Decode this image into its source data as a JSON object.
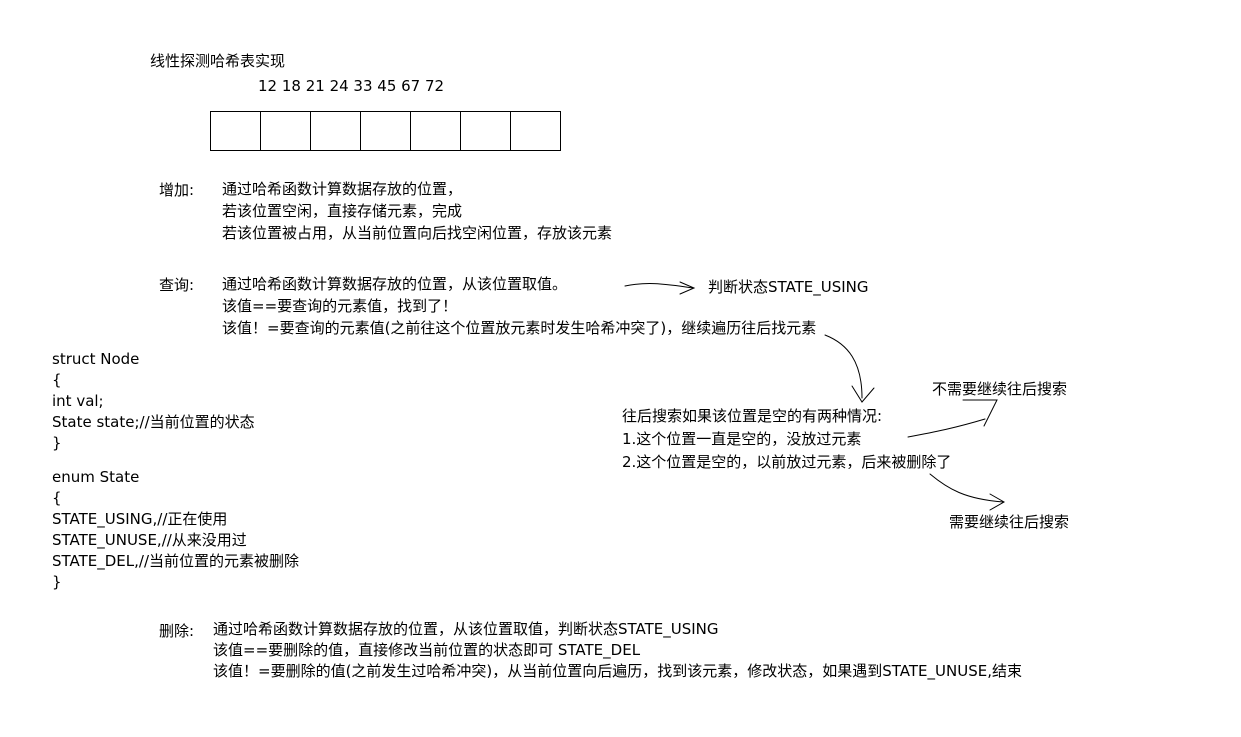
{
  "title": "线性探测哈希表实现",
  "numbers": "12 18 21 24 33 45 67 72",
  "cells": [
    "",
    "",
    "",
    "",
    "",
    "",
    ""
  ],
  "add": {
    "label": "增加:",
    "lines": [
      "通过哈希函数计算数据存放的位置，",
      "若该位置空闲，直接存储元素，完成",
      "若该位置被占用，从当前位置向后找空闲位置，存放该元素"
    ]
  },
  "query": {
    "label": "查询:",
    "lines": [
      "通过哈希函数计算数据存放的位置，从该位置取值。",
      "该值==要查询的元素值，找到了！",
      "该值！=要查询的元素值(之前往这个位置放元素时发生哈希冲突了)，继续遍历往后找元素"
    ],
    "note_state": "判断状态STATE_USING"
  },
  "struct_code": [
    "struct Node",
    "{",
    "int val;",
    "State state;//当前位置的状态",
    "}"
  ],
  "enum_code": [
    "enum State",
    "{",
    "STATE_USING,//正在使用",
    "STATE_UNUSE,//从来没用过",
    "STATE_DEL,//当前位置的元素被删除",
    "}"
  ],
  "search": {
    "lines": [
      "往后搜索如果该位置是空的有两种情况:",
      "1.这个位置一直是空的，没放过元素",
      "2.这个位置是空的，以前放过元素，后来被删除了"
    ],
    "no_continue": "不需要继续往后搜索",
    "continue": "需要继续往后搜索"
  },
  "delete": {
    "label": "删除:",
    "lines": [
      "通过哈希函数计算数据存放的位置，从该位置取值，判断状态STATE_USING",
      "该值==要删除的值，直接修改当前位置的状态即可 STATE_DEL",
      "该值！=要删除的值(之前发生过哈希冲突)，从当前位置向后遍历，找到该元素，修改状态，如果遇到STATE_UNUSE,结束"
    ]
  }
}
